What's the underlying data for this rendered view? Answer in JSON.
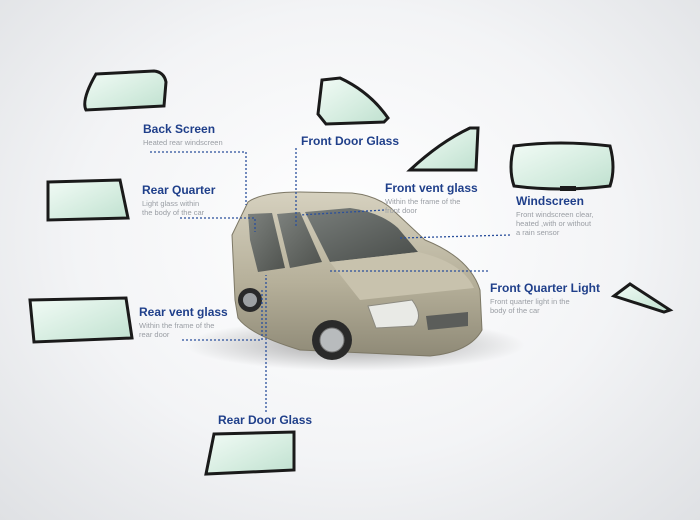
{
  "labels": {
    "back_screen": {
      "title": "Back Screen",
      "desc": "Heated rear windscreen"
    },
    "front_door_glass": {
      "title": "Front Door Glass"
    },
    "rear_quarter": {
      "title": "Rear Quarter",
      "desc_line1": "Light glass within",
      "desc_line2": "the body of the car"
    },
    "front_vent_glass": {
      "title": "Front vent glass",
      "desc_line1": "Within the frame of the",
      "desc_line2": "front door"
    },
    "windscreen": {
      "title": "Windscreen",
      "desc_line1": "Front windscreen clear,",
      "desc_line2": "heated ,with or without",
      "desc_line3": "a rain sensor"
    },
    "front_quarter_light": {
      "title": "Front Quarter Light",
      "desc_line1": "Front quarter light in the",
      "desc_line2": "body of the car"
    },
    "rear_vent_glass": {
      "title": "Rear vent glass",
      "desc_line1": "Within the frame of the",
      "desc_line2": "rear door"
    },
    "rear_door_glass": {
      "title": "Rear Door Glass"
    }
  },
  "colors": {
    "title_text": "#1f3f8a",
    "desc_text": "#9a9ea4",
    "leader_line": "#2a4f9c",
    "glass_frame": "#1a1a1a",
    "glass_fill": "#d9efe4",
    "car_body": "#b9b39c"
  }
}
